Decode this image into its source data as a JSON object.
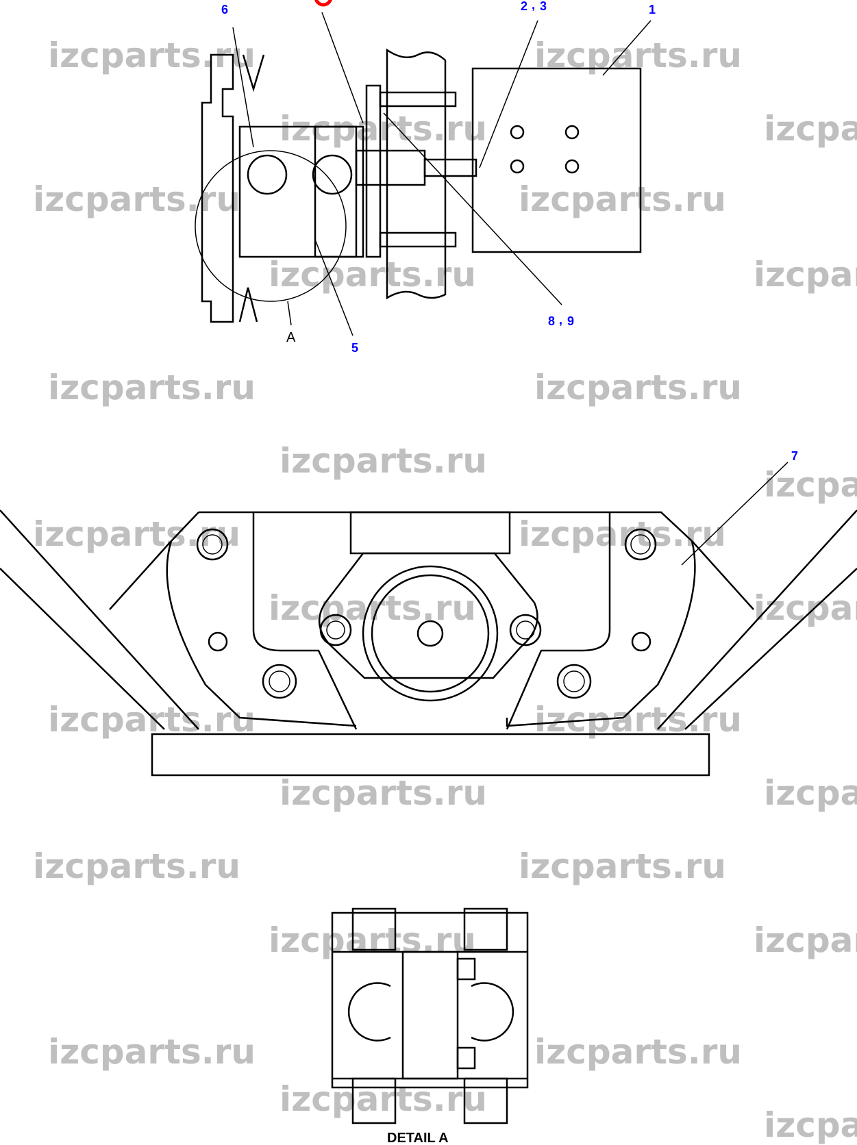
{
  "watermark": "izcparts.ru",
  "callouts": {
    "c1": "1",
    "c2": "2",
    "c3": "3",
    "c5": "5",
    "c6": "6",
    "c7": "7",
    "c8": "8",
    "c9": "9",
    "comma": ","
  },
  "labels": {
    "view_a": "A",
    "detail_a": "DETAIL  A"
  },
  "colors": {
    "callout": "#0000ff",
    "highlight": "#ff0000",
    "watermark": "#b4b4b4"
  }
}
